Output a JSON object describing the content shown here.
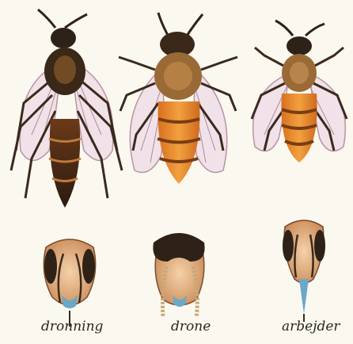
{
  "captions": {
    "queen": "dronning",
    "drone": "drone",
    "worker": "arbejder"
  },
  "palette": {
    "background": "#fbf8ef",
    "body_dark": "#2e2218",
    "thorax_brown": "#8a5a2a",
    "abdomen_orange": "#e0802a",
    "abdomen_band": "#7a3d12",
    "wing": "#f1dfe8",
    "wing_vein": "#b08a9a",
    "head_face": "#e9b98a",
    "mouthpart_blue": "#6aa8c8"
  }
}
